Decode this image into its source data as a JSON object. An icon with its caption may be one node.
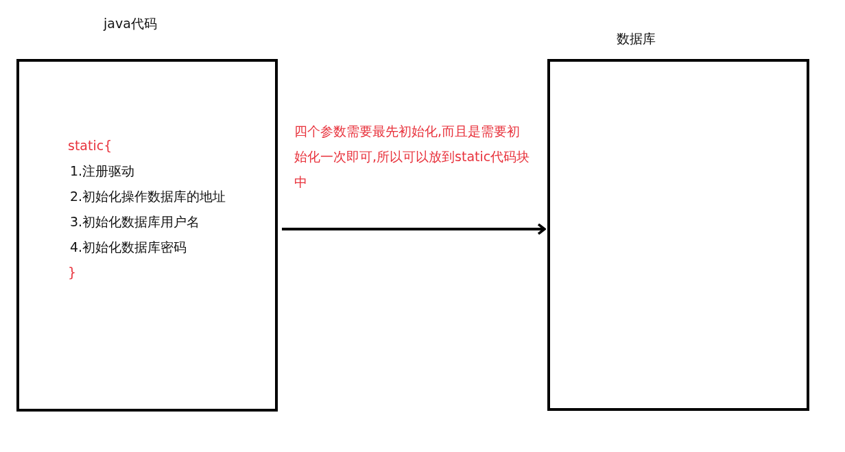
{
  "diagram": {
    "nodes": [
      {
        "text": [
          "java代码",
          "static{",
          "1.注册驱动",
          "2.初始化操作数据库的地址",
          "3.初始化数据库用户名",
          "4.初始化数据库密码",
          "}"
        ]
      },
      {
        "text": [
          "数据库"
        ]
      }
    ],
    "edges": [
      {
        "from": 0,
        "to": 1,
        "arrow": "to",
        "label": "四个参数需要最先初始化,而且是需要初始化一次即可,所以可以放到static代码块中"
      }
    ]
  }
}
